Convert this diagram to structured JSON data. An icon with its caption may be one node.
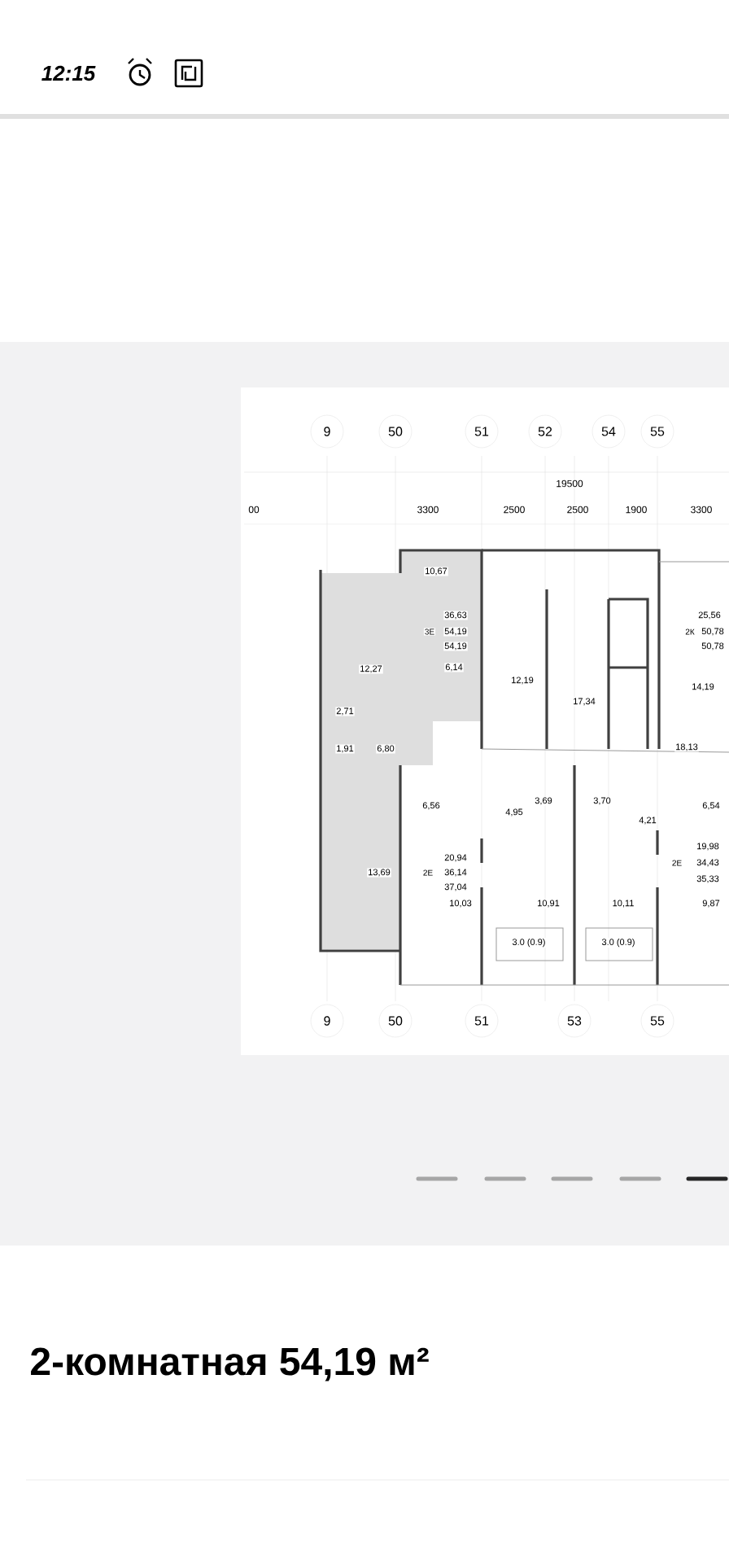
{
  "diagram": {
    "title": "2-комнатная 54,19 м²",
    "labels": [
      "12:15",
      "9",
      "50",
      "51",
      "52",
      "54",
      "55",
      "19500",
      "00",
      "3300",
      "2500",
      "2500",
      "1900",
      "3300",
      "10,67",
      "36,63",
      "3Е",
      "54,19",
      "25,56",
      "2К",
      "50,78",
      "54,19",
      "50,78",
      "12,27",
      "6,14",
      "12,19",
      "14,19",
      "17,34",
      "2,71",
      "1,91",
      "6,80",
      "18,13",
      "3,69",
      "3,70",
      "6,56",
      "6,54",
      "4,95",
      "4,21",
      "19,98",
      "20,94",
      "2Е",
      "34,43",
      "13,69",
      "2Е",
      "36,14",
      "35,33",
      "37,04",
      "10,03",
      "10,91",
      "10,11",
      "9,87",
      "3.0 (0.9)",
      "3.0 (0.9)",
      "9",
      "50",
      "51",
      "53",
      "55"
    ]
  }
}
